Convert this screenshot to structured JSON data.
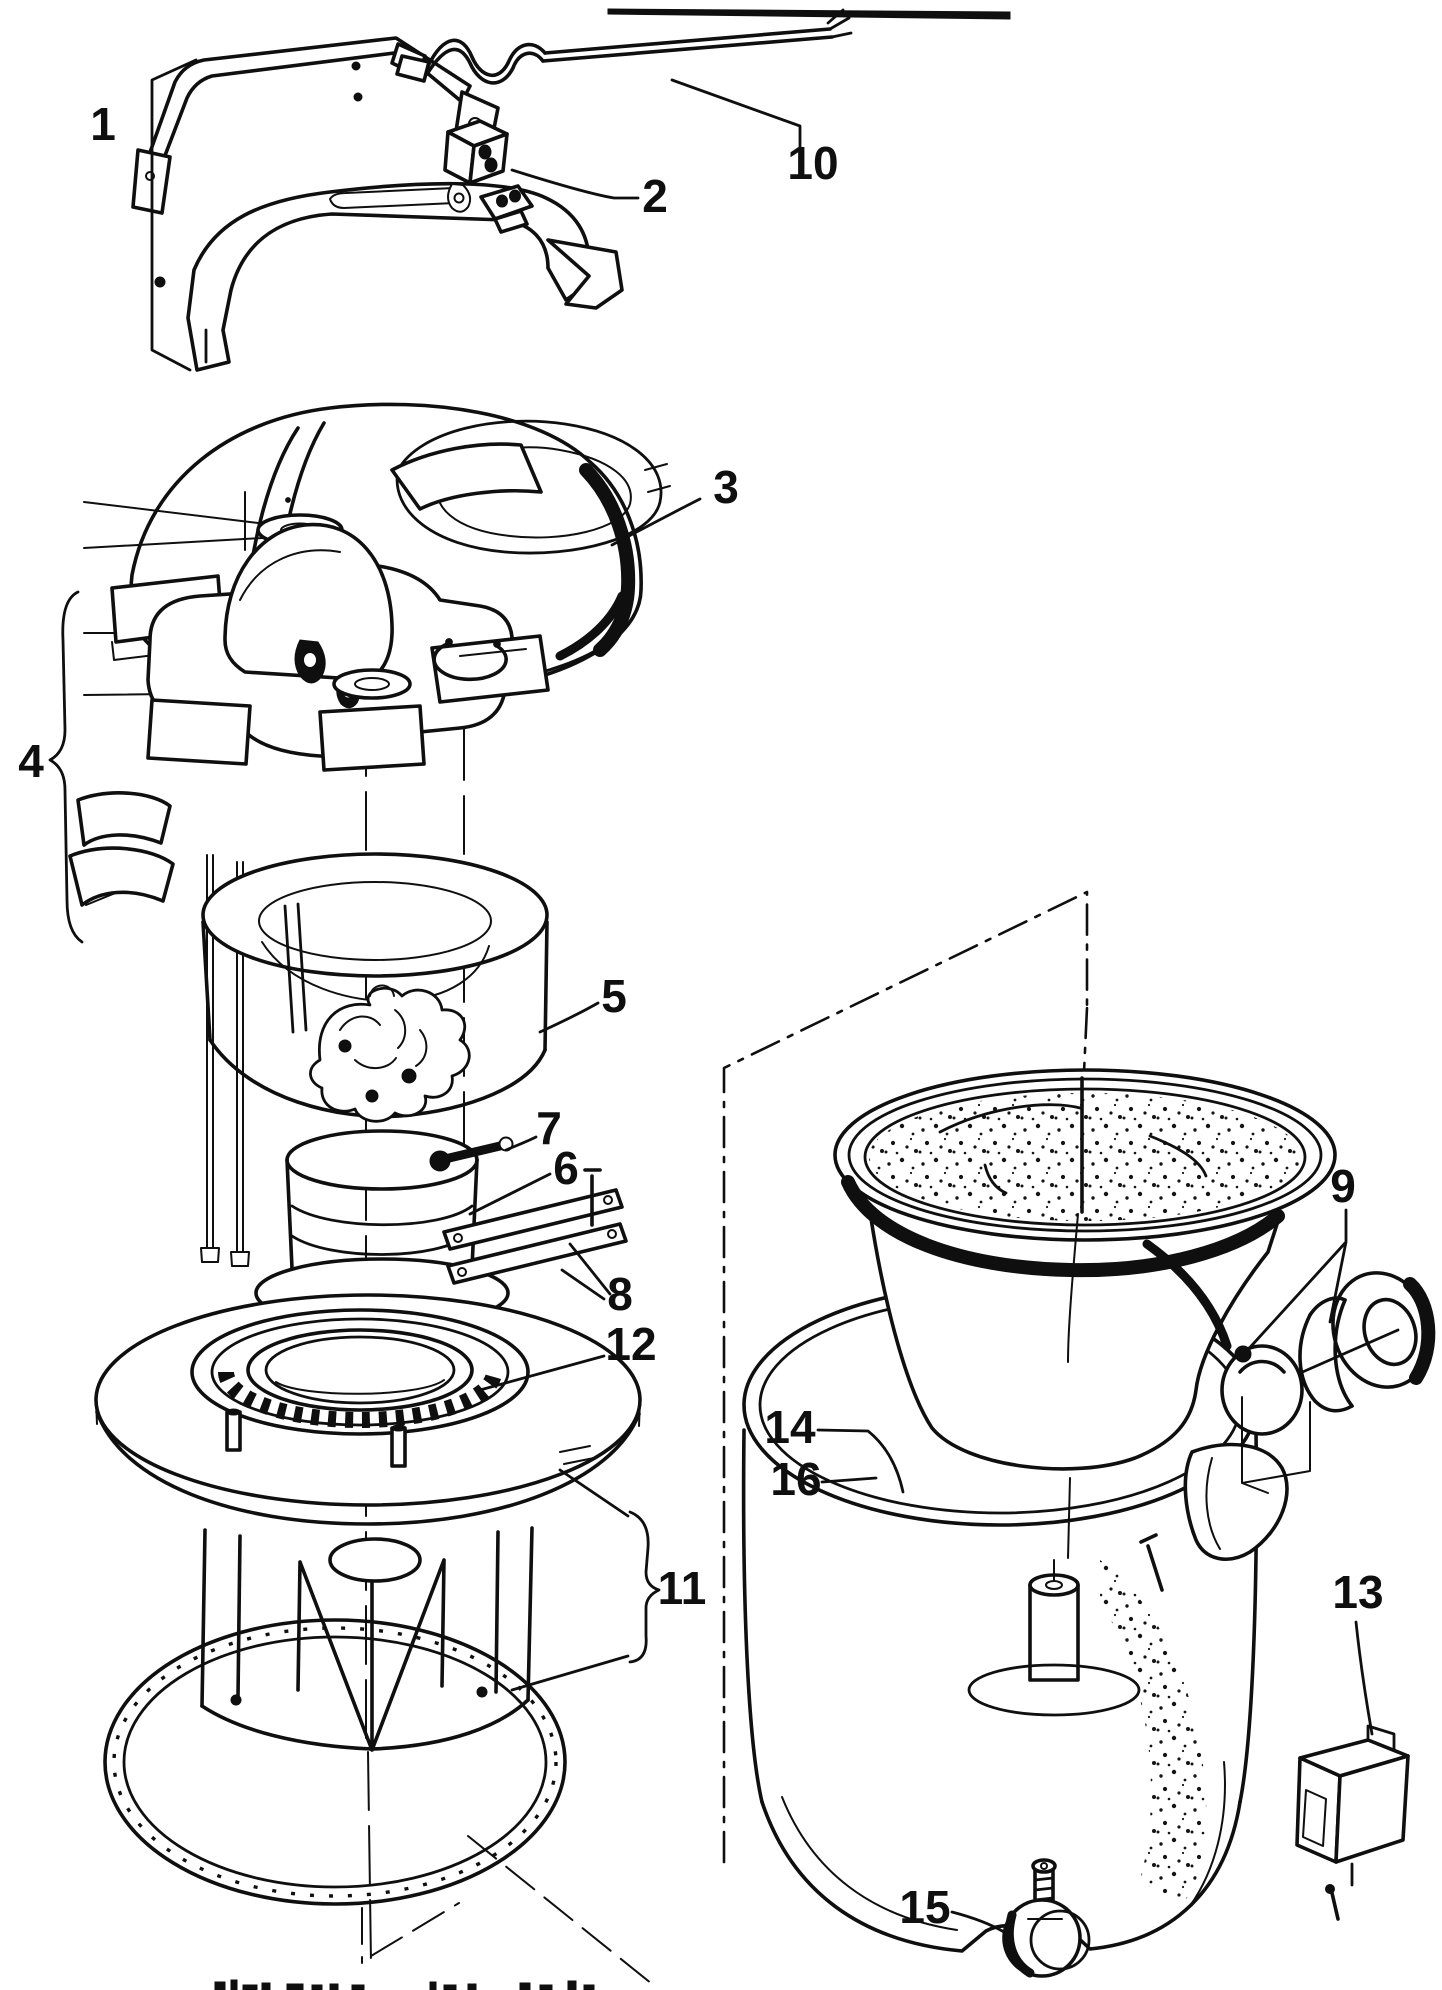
{
  "figure": {
    "kind": "exploded-parts-diagram",
    "colors": {
      "ink": "#0f0f0f",
      "paper": "#ffffff"
    }
  },
  "callouts": [
    {
      "label": "1"
    },
    {
      "label": "2"
    },
    {
      "label": "3"
    },
    {
      "label": "4"
    },
    {
      "label": "5"
    },
    {
      "label": "6"
    },
    {
      "label": "7"
    },
    {
      "label": "8"
    },
    {
      "label": "9"
    },
    {
      "label": "10"
    },
    {
      "label": "11"
    },
    {
      "label": "12"
    },
    {
      "label": "13"
    },
    {
      "label": "14"
    },
    {
      "label": "15"
    },
    {
      "label": "16"
    }
  ]
}
